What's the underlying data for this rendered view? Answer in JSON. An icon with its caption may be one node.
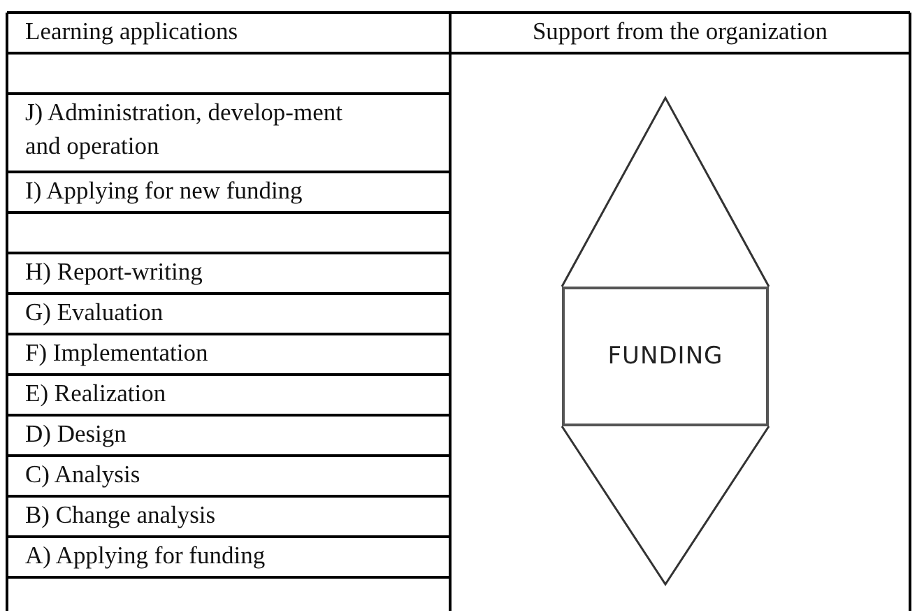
{
  "diagram": {
    "nodes": [
      {
        "text": [
          "FUNDING"
        ]
      }
    ],
    "labels": [
      "Learning applications",
      "Support from the organization",
      "J) Administration, develop-ment and operation",
      "I) Applying for new funding",
      "H) Report-writing",
      "G) Evaluation",
      "F) Implementation",
      "E) Realization",
      "D) Design",
      "C) Analysis",
      "B) Change analysis",
      "A) Applying for funding"
    ]
  }
}
